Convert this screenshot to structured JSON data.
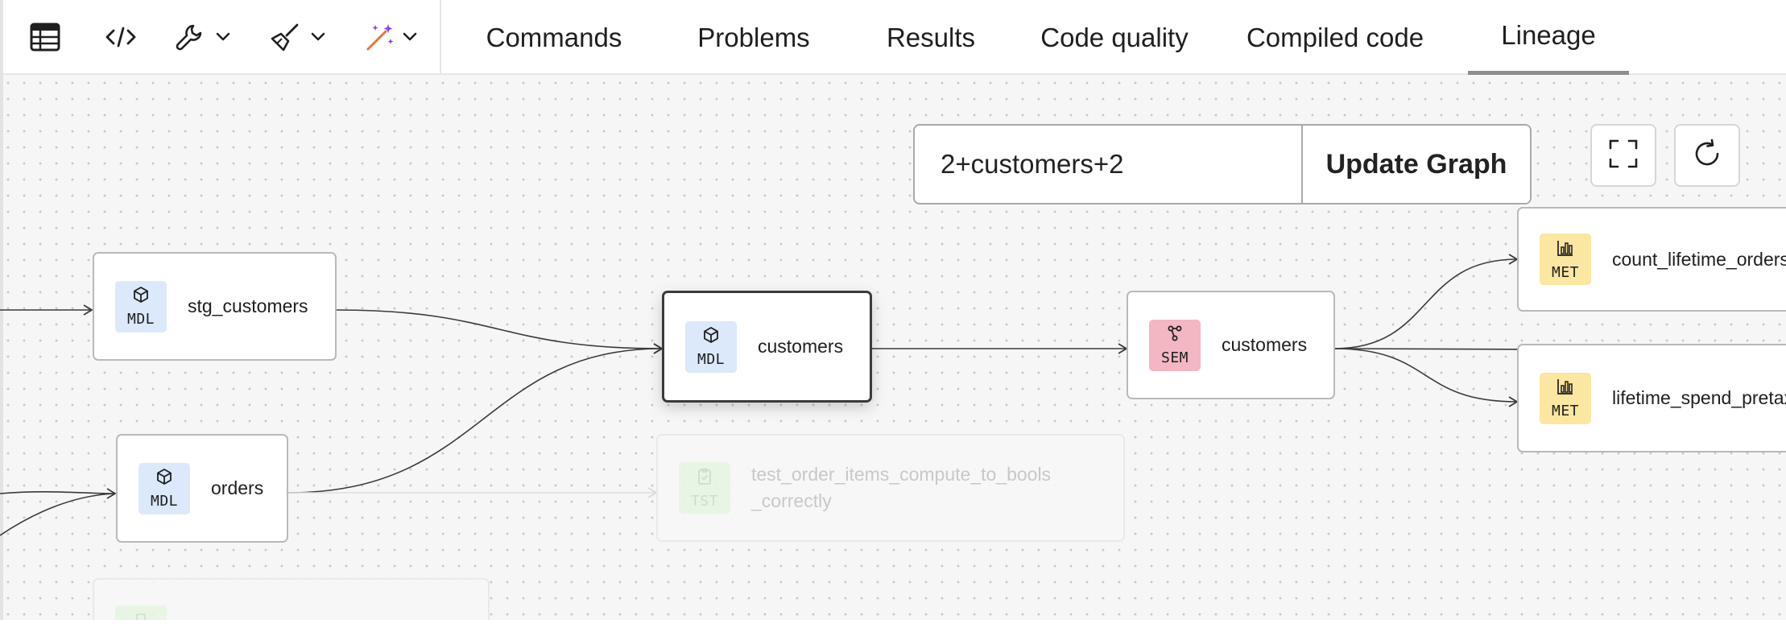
{
  "toolbar": {
    "icons": [
      "table-icon",
      "code-icon",
      "wrench-icon",
      "chevron-down-icon",
      "brush-icon",
      "chevron-down-icon",
      "magic-wand-icon",
      "chevron-down-icon"
    ]
  },
  "tabs": [
    {
      "label": "Commands",
      "active": false
    },
    {
      "label": "Problems",
      "active": false
    },
    {
      "label": "Results",
      "active": false
    },
    {
      "label": "Code quality",
      "active": false
    },
    {
      "label": "Compiled code",
      "active": false
    },
    {
      "label": "Lineage",
      "active": true
    }
  ],
  "graph": {
    "selector_value": "2+customers+2",
    "update_label": "Update Graph",
    "fullscreen_icon": "fullscreen-icon",
    "refresh_icon": "refresh-icon",
    "nodes": [
      {
        "id": "stg_customers",
        "badge": "MDL",
        "label": "stg_customers"
      },
      {
        "id": "orders",
        "badge": "MDL",
        "label": "orders"
      },
      {
        "id": "customers_model",
        "badge": "MDL",
        "label": "customers",
        "selected": true
      },
      {
        "id": "test_node",
        "badge": "TST",
        "label": "test_order_items_compute_to_bools\n_correctly",
        "faded": true
      },
      {
        "id": "customers_semantic",
        "badge": "SEM",
        "label": "customers"
      },
      {
        "id": "count_lifetime_orders",
        "badge": "MET",
        "label": "count_lifetime_orders"
      },
      {
        "id": "lifetime_spend",
        "badge": "MET",
        "label": "lifetime_spend_pretax"
      }
    ]
  },
  "colors": {
    "mdl_badge": "#dbe9fb",
    "sem_badge": "#f3b6c3",
    "met_badge": "#fbe6a2",
    "tst_badge": "#e7f5e4",
    "wand_accent": "#8a3ffc"
  }
}
